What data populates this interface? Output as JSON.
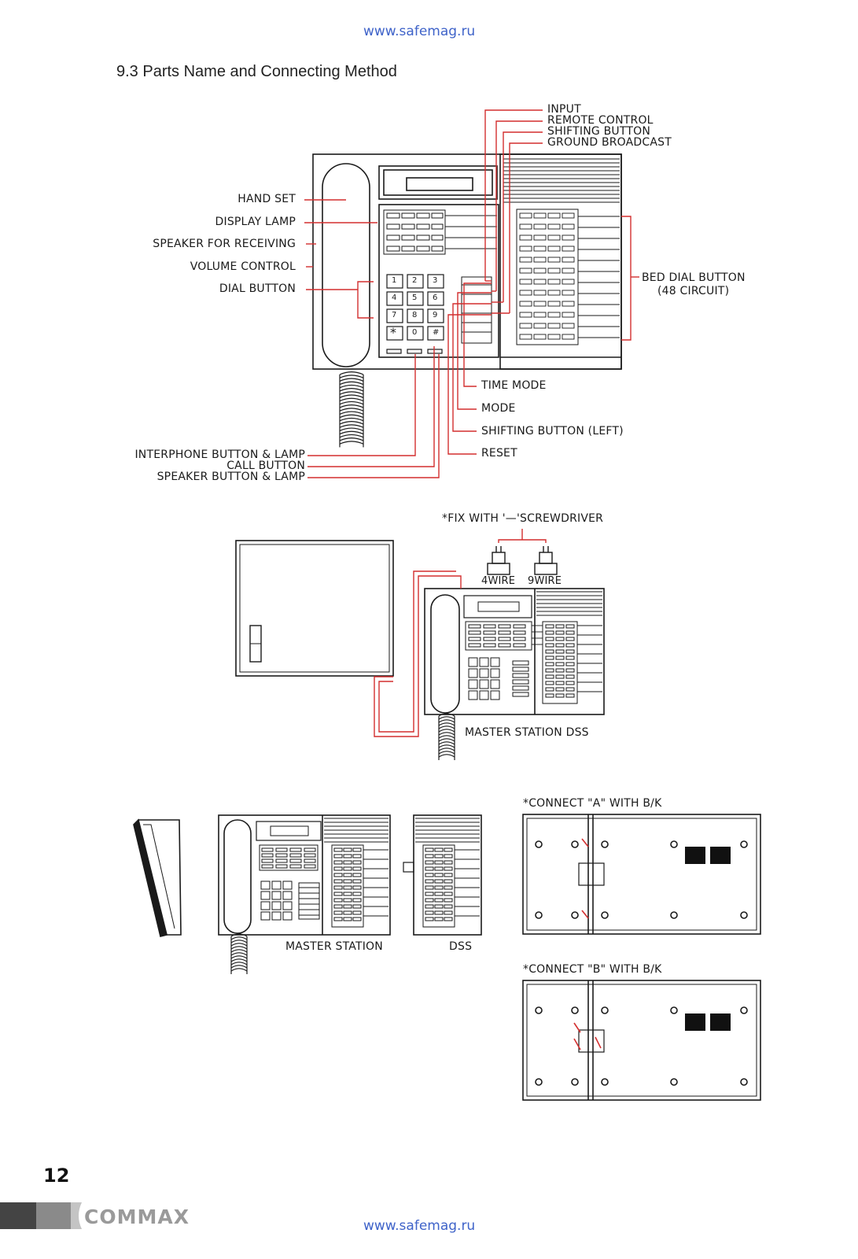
{
  "header": {
    "url": "www.safemag.ru"
  },
  "section": {
    "title": "9.3 Parts Name and Connecting Method"
  },
  "diagram1": {
    "top_labels": [
      "INPUT",
      "REMOTE CONTROL",
      "SHIFTING BUTTON",
      "GROUND BROADCAST"
    ],
    "left_labels": [
      "HAND SET",
      "DISPLAY LAMP",
      "SPEAKER FOR RECEIVING",
      "VOLUME CONTROL",
      "DIAL BUTTON"
    ],
    "right_label_line1": "BED DIAL BUTTON",
    "right_label_line2": "(48 CIRCUIT)",
    "bottom_right_labels": [
      "TIME MODE",
      "MODE",
      "SHIFTING BUTTON (LEFT)",
      "RESET"
    ],
    "bottom_left_labels": [
      "INTERPHONE BUTTON & LAMP",
      "CALL BUTTON",
      "SPEAKER BUTTON & LAMP"
    ],
    "keys": [
      "1",
      "2",
      "3",
      "4",
      "5",
      "6",
      "7",
      "8",
      "9",
      "*",
      "0",
      "#"
    ]
  },
  "diagram2": {
    "fix_label": "*FIX WITH '—'SCREWDRIVER",
    "wire4": "4WIRE",
    "wire9": "9WIRE",
    "station_label": "MASTER STATION  DSS"
  },
  "diagram3": {
    "master_label": "MASTER STATION",
    "dss_label": "DSS",
    "connect_a": "*CONNECT \"A\" WITH B/K",
    "connect_b": "*CONNECT \"B\" WITH B/K"
  },
  "footer": {
    "page_number": "12",
    "brand": "COMMAX",
    "url": "www.safemag.ru"
  },
  "colors": {
    "accent_red": "#d32f2f",
    "link_blue": "#3f63c9",
    "brand_gray": "#9a9a9a"
  }
}
